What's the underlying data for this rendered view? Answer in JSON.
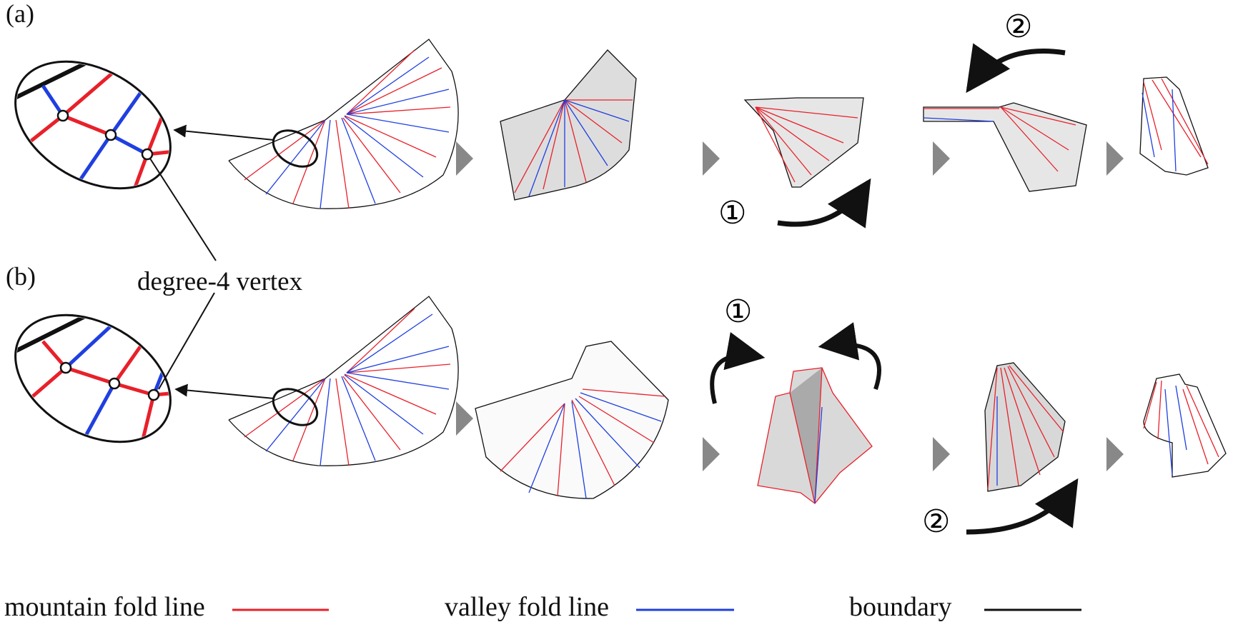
{
  "figure": {
    "panels": [
      {
        "id": "a",
        "label": "(a)",
        "step_labels": [
          "①",
          "②"
        ],
        "stages": 5
      },
      {
        "id": "b",
        "label": "(b)",
        "step_labels": [
          "①",
          "②"
        ],
        "stages": 5
      }
    ],
    "callout": "degree-4 vertex",
    "legend": [
      {
        "label": "mountain fold line",
        "color": "#e8202a"
      },
      {
        "label": "valley fold line",
        "color": "#1f3fe0"
      },
      {
        "label": "boundary",
        "color": "#111111"
      }
    ],
    "colors": {
      "mountain": "#e8202a",
      "valley": "#1f3fe0",
      "boundary": "#111111",
      "stage_arrow": "#888888",
      "paper_shade": "#cfcfcf"
    }
  }
}
